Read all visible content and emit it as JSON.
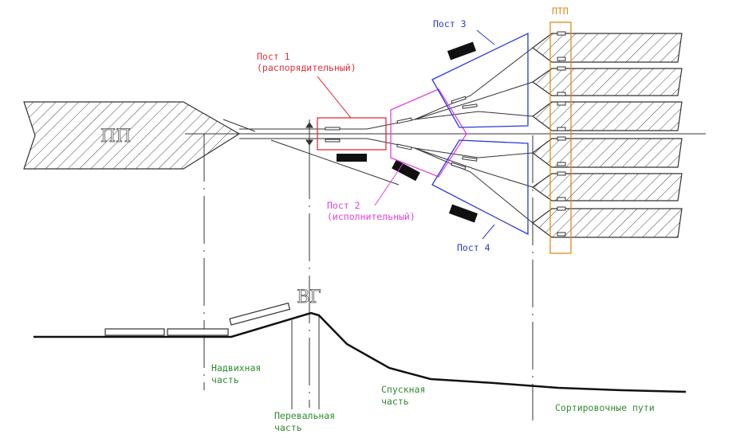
{
  "labels": {
    "pp": "ПП",
    "vg": "ВГ",
    "ptp": "ПТП",
    "post1_title": "Пост 1",
    "post1_sub": "(распорядительный)",
    "post2_title": "Пост 2",
    "post2_sub": "(исполнительный)",
    "post3": "Пост 3",
    "post4": "Пост 4",
    "nadvizhnaya_1": "Надвихная",
    "nadvizhnaya_2": "часть",
    "perevalnaya_1": "Перевальная",
    "perevalnaya_2": "часть",
    "spusknaya_1": "Спускная",
    "spusknaya_2": "часть",
    "sortirovochnye": "Сортировочные пути"
  },
  "colors": {
    "post1": "#e0303a",
    "post2": "#e040e0",
    "posts34": "#2a3ad0",
    "ptp": "#e08a1a",
    "zones": "#2f8a2f",
    "lines": "#333333"
  }
}
